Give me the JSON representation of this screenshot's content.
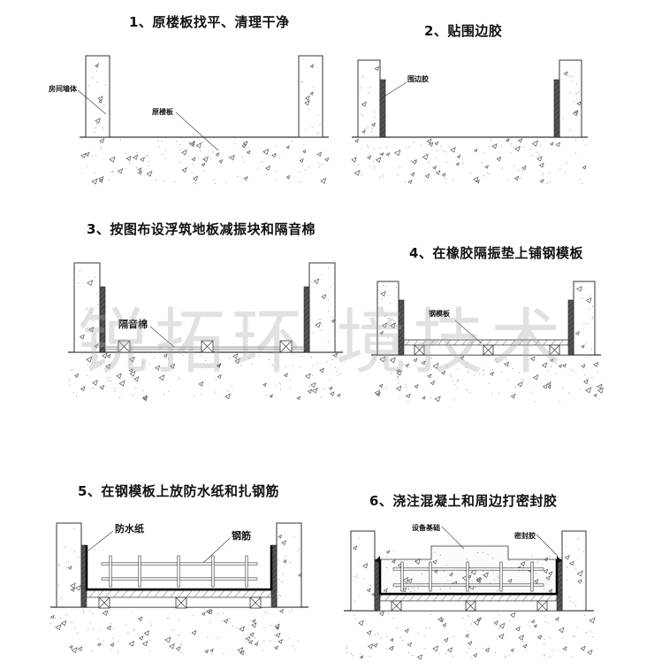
{
  "steps": [
    {
      "number": "1",
      "title": "1、原楼板找平、清理干净",
      "labels": {
        "wall": "房间墙体",
        "slab": "原楼板"
      }
    },
    {
      "number": "2",
      "title": "2、贴围边胶",
      "labels": {
        "edge_strip": "围边胶"
      }
    },
    {
      "number": "3",
      "title": "3、按图布设浮筑地板减振块和隔音棉",
      "labels": {
        "insulation": "隔音棉"
      }
    },
    {
      "number": "4",
      "title": "4、在橡胶隔振垫上铺钢模板",
      "labels": {
        "steel_formwork": "钢模板"
      }
    },
    {
      "number": "5",
      "title": "5、在钢模板上放防水纸和扎钢筋",
      "labels": {
        "waterproof_paper": "防水纸",
        "rebar": "钢筋"
      }
    },
    {
      "number": "6",
      "title": "6、浇注混凝土和周边打密封胶",
      "labels": {
        "equipment_base": "设备基础",
        "sealant": "密封胶"
      }
    }
  ],
  "watermark": {
    "text": "锐拓环境技术",
    "chars": [
      "锐",
      "拓",
      "环",
      "境",
      "技",
      "术"
    ]
  },
  "colors": {
    "line": "#333333",
    "strip": "#555555",
    "watermark": "#aaaaaa",
    "board": "#e8e8e8"
  }
}
